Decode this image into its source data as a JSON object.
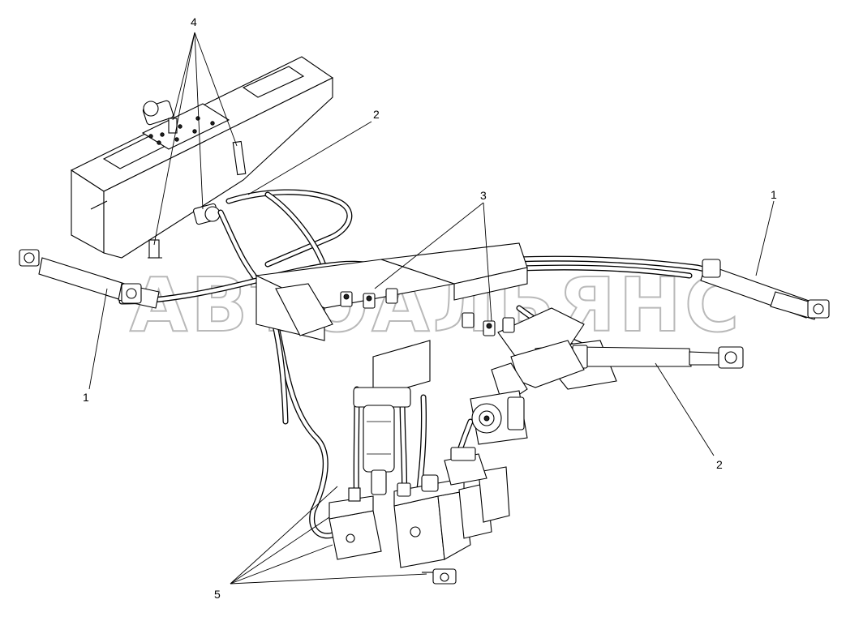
{
  "watermark": "АВТОАЛЬЯНС",
  "callouts": {
    "c1_left": "1",
    "c1_right": "1",
    "c2_top": "2",
    "c2_right": "2",
    "c3": "3",
    "c4": "4",
    "c5": "5"
  }
}
